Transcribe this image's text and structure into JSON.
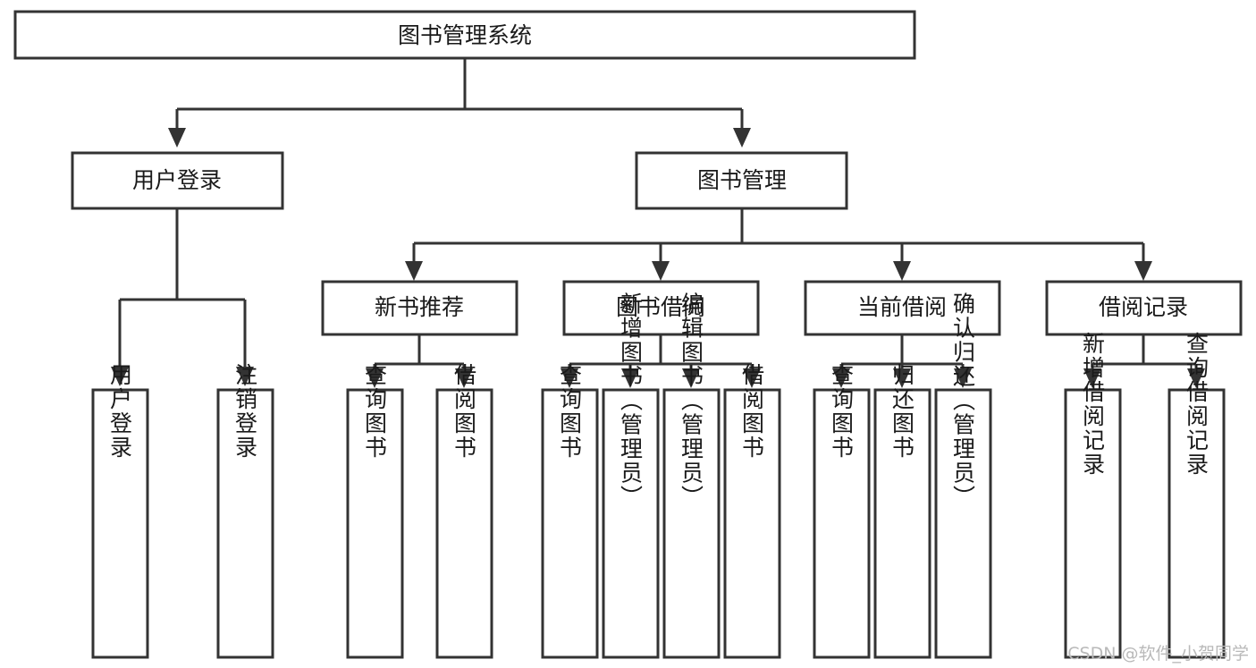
{
  "diagram": {
    "title": "图书管理系统",
    "watermark": "CSDN @软件_小贺同学",
    "colors": {
      "stroke": "#333333",
      "fill": "#ffffff",
      "text": "#1a1a1a",
      "watermark": "#b9b9b9"
    },
    "levels": {
      "root": {
        "label": "图书管理系统"
      },
      "level1": [
        {
          "label": "用户登录"
        },
        {
          "label": "图书管理"
        }
      ],
      "level2": [
        {
          "label": "新书推荐"
        },
        {
          "label": "图书借阅"
        },
        {
          "label": "当前借阅"
        },
        {
          "label": "借阅记录"
        }
      ],
      "leaves": [
        {
          "label": "用户登录",
          "parent": "用户登录"
        },
        {
          "label": "注销登录",
          "parent": "用户登录"
        },
        {
          "label": "查询图书",
          "parent": "新书推荐"
        },
        {
          "label": "借阅图书",
          "parent": "新书推荐"
        },
        {
          "label": "查询图书",
          "parent": "图书借阅"
        },
        {
          "label": "新增图书（管理员）",
          "parent": "图书借阅"
        },
        {
          "label": "编辑图书（管理员）",
          "parent": "图书借阅"
        },
        {
          "label": "借阅图书",
          "parent": "图书借阅"
        },
        {
          "label": "查询图书",
          "parent": "当前借阅"
        },
        {
          "label": "归还图书",
          "parent": "当前借阅"
        },
        {
          "label": "确认归还（管理员）",
          "parent": "当前借阅"
        },
        {
          "label": "新增借阅记录",
          "parent": "借阅记录"
        },
        {
          "label": "查询借阅记录",
          "parent": "借阅记录"
        }
      ]
    }
  }
}
